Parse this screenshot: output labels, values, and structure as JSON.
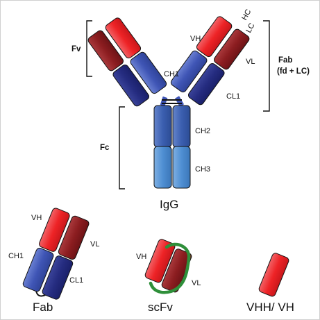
{
  "labels": {
    "hc": "HC",
    "lc": "LC",
    "vh": "VH",
    "vl": "VL",
    "ch1": "CH1",
    "cl1": "CL1",
    "ch2": "CH2",
    "ch3": "CH3",
    "fv": "Fv",
    "fc": "Fc",
    "fab_bracket_line1": "Fab",
    "fab_bracket_line2": "(fd + LC)",
    "igg": "IgG",
    "fab": "Fab",
    "scfv": "scFv",
    "vhh": "VHH/ VH"
  },
  "colors": {
    "vh": "#ee2326",
    "vl": "#8c1d20",
    "ch1": "#3f55b5",
    "cl1": "#252c80",
    "ch2": "#3b5fb0",
    "ch3": "#4f8fd3",
    "linker": "#2f8f3a",
    "disulfide": "#111111"
  }
}
